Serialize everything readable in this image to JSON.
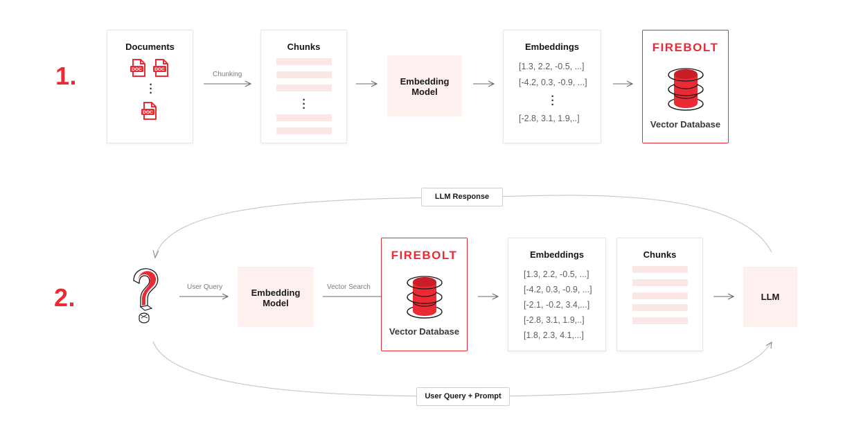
{
  "step1": {
    "number": "1.",
    "documents": {
      "title": "Documents",
      "doc_tag": "DOC"
    },
    "chunking_label": "Chunking",
    "chunks": {
      "title": "Chunks"
    },
    "embedding_model": {
      "line1": "Embedding",
      "line2": "Model"
    },
    "embeddings": {
      "title": "Embeddings",
      "vectors": [
        "[1.3, 2.2, -0.5, ...]",
        "[-4.2, 0.3, -0.9, ...]",
        "[-2.8, 3.1, 1.9,..]"
      ]
    },
    "vector_db": {
      "brand": "FIREBOLT",
      "caption": "Vector Database"
    }
  },
  "step2": {
    "number": "2.",
    "llm_response_label": "LLM Response",
    "user_query_label": "User Query",
    "embedding_model": {
      "line1": "Embedding",
      "line2": "Model"
    },
    "vector_search_label": "Vector Search",
    "vector_db": {
      "brand": "FIREBOLT",
      "caption": "Vector Database"
    },
    "embeddings": {
      "title": "Embeddings",
      "vectors": [
        "[1.3, 2.2, -0.5, ...]",
        "[-4.2, 0.3, -0.9, ...]",
        "[-2.1, -0.2, 3.4,...]",
        "[-2.8, 3.1, 1.9,..]",
        "[1.8, 2.3, 4.1,...]"
      ]
    },
    "chunks": {
      "title": "Chunks"
    },
    "llm": {
      "label": "LLM"
    },
    "user_query_prompt_label": "User Query + Prompt"
  },
  "colors": {
    "accent": "#ea2b35",
    "pink_fill": "#fdf0ef",
    "arrow": "#6b6b6b"
  }
}
